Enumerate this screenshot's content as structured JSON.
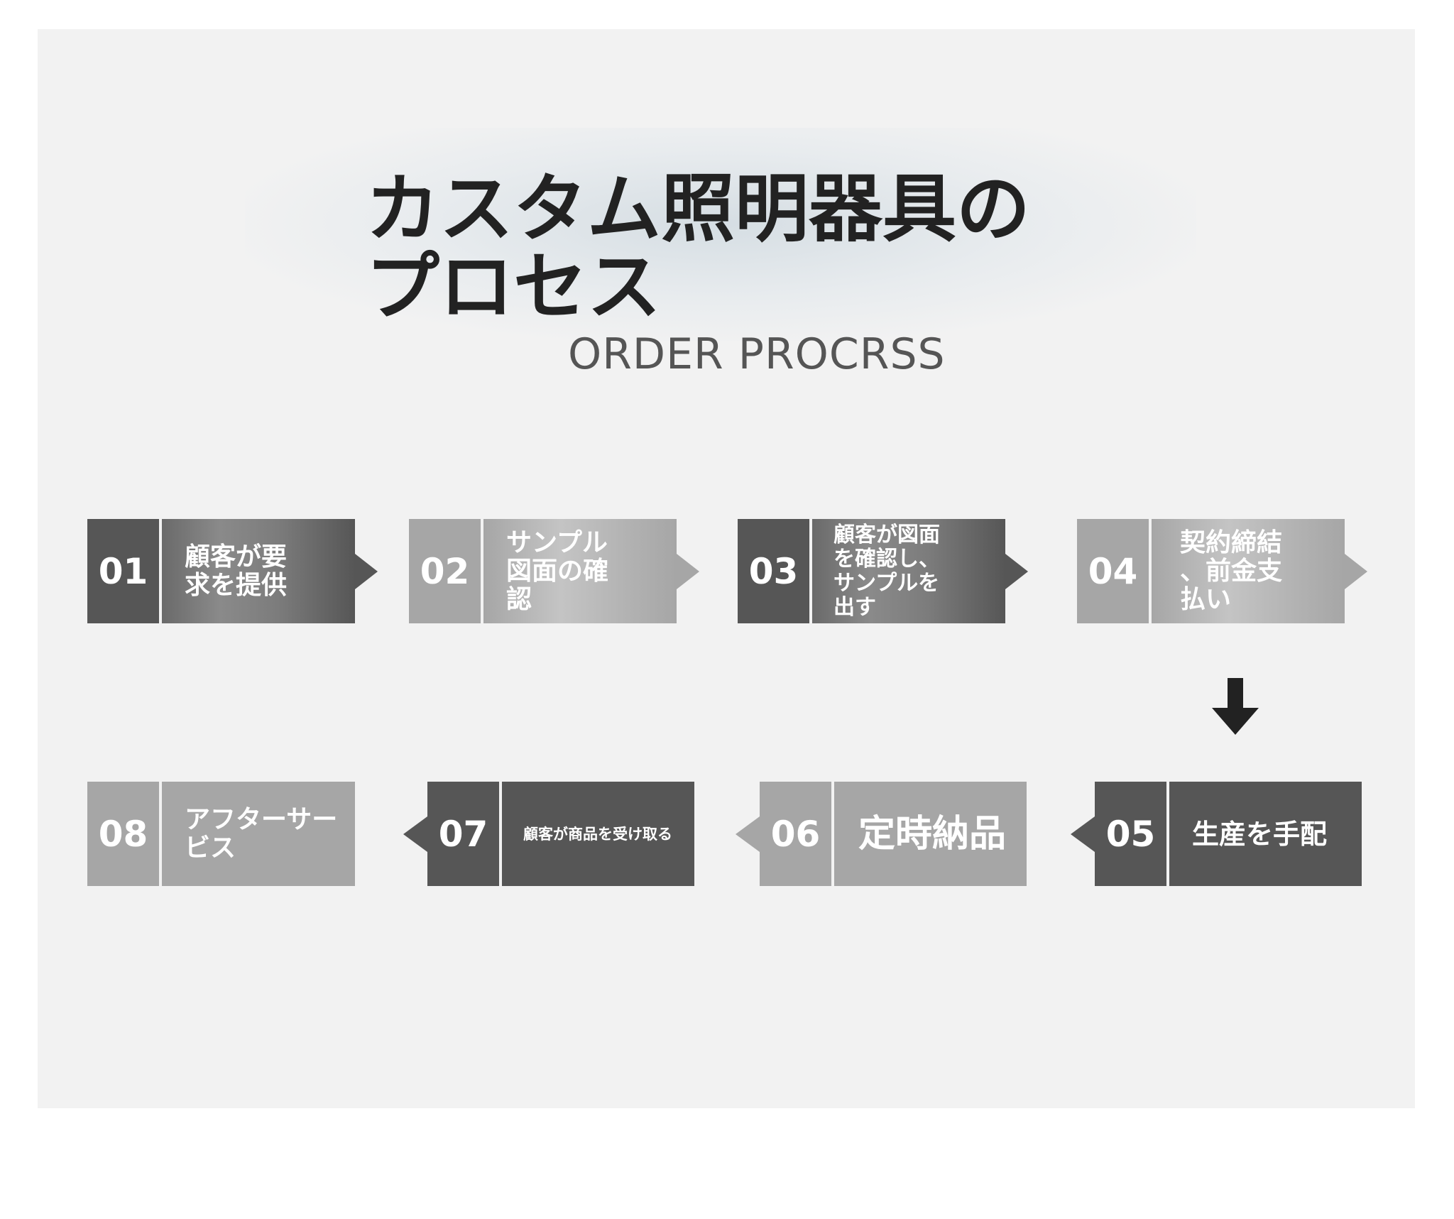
{
  "title": {
    "line1": "カスタム照明器具の",
    "line2": "プロセス",
    "subtitle": "ORDER PROCRSS"
  },
  "steps": [
    {
      "num": "01",
      "label": "顧客が要\n求を提供"
    },
    {
      "num": "02",
      "label": "サンプル\n図面の確\n認"
    },
    {
      "num": "03",
      "label": "顧客が図面\nを確認し、\nサンプルを\n出す"
    },
    {
      "num": "04",
      "label": "契約締結\n、前金支\n払い"
    },
    {
      "num": "05",
      "label": "生産を手配"
    },
    {
      "num": "06",
      "label": "定時納品"
    },
    {
      "num": "07",
      "label": "顧客が商品を受け取る"
    },
    {
      "num": "08",
      "label": "アフターサービス"
    }
  ],
  "colors": {
    "dark_box": "#565656",
    "light_box": "#a6a6a6",
    "panel": "#f2f2f2",
    "title_text": "#222222"
  },
  "icons": {
    "row_transition": "down-arrow-icon",
    "step_connector": "chevron-arrow-icon"
  }
}
